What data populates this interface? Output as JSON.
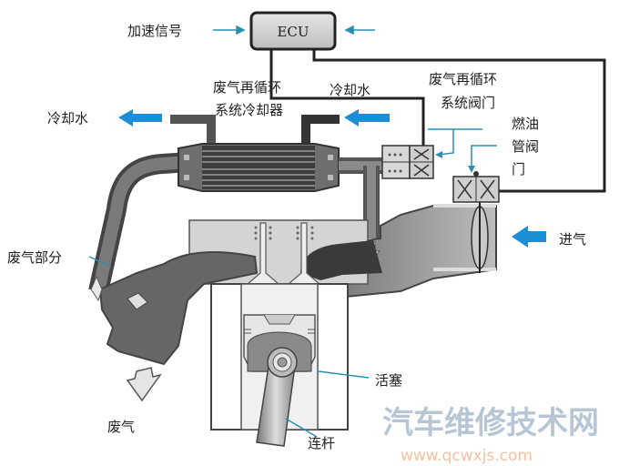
{
  "title": "EGR system diagram",
  "labels": {
    "accel_signal": "加速信号",
    "ecu": "ECU",
    "coolant_out": "冷却水",
    "coolant_in": "冷却水",
    "egr_cooler_line1": "废气再循环",
    "egr_cooler_line2": "系统冷却器",
    "egr_valve_line1": "废气再循环",
    "egr_valve_line2": "系统阀门",
    "fuel_valve_line1": "燃油",
    "fuel_valve_line2": "管阀",
    "fuel_valve_line3": "门",
    "exhaust_part": "废气部分",
    "intake": "进气",
    "piston": "活塞",
    "exhaust": "废气",
    "conrod": "连杆"
  },
  "watermark": {
    "name": "汽车维修技术网",
    "url": "www.qcwxjs.com"
  },
  "colors": {
    "arrow_blue": "#1a8fd6",
    "leader_blue": "#2a8fb0",
    "metal_dark": "#5a5a5a",
    "metal_mid": "#8a8a8a",
    "metal_light": "#d4d4d4"
  }
}
